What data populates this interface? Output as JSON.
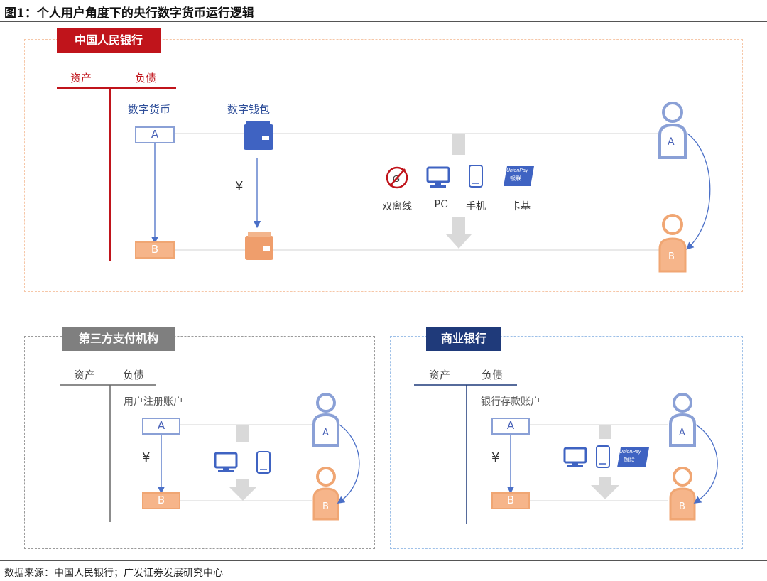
{
  "title": "图1：个人用户角度下的央行数字货币运行逻辑",
  "source": "数据来源：中国人民银行；广发证券发展研究中心",
  "colors": {
    "pboc_red": "#c0141b",
    "third_party_gray": "#7f7f7f",
    "bank_navy": "#1f3a7a",
    "blue": "#4a6fc7",
    "orange": "#f0a673"
  },
  "pboc": {
    "tag": "中国人民银行",
    "assets": "资产",
    "liabilities": "负债",
    "digital_currency": "数字货币",
    "digital_wallet": "数字钱包",
    "box_a": "A",
    "box_b": "B",
    "yen": "¥",
    "channels": [
      "双离线",
      "PC",
      "手机",
      "卡基"
    ],
    "user_a": "A",
    "user_b": "B",
    "unionpay": "UnionPay",
    "unionpay_cn": "银联"
  },
  "third_party": {
    "tag": "第三方支付机构",
    "assets": "资产",
    "liabilities": "负债",
    "account": "用户注册账户",
    "box_a": "A",
    "box_b": "B",
    "yen": "¥",
    "user_a": "A",
    "user_b": "B"
  },
  "bank": {
    "tag": "商业银行",
    "assets": "资产",
    "liabilities": "负债",
    "account": "银行存款账户",
    "box_a": "A",
    "box_b": "B",
    "yen": "¥",
    "user_a": "A",
    "user_b": "B",
    "unionpay": "UnionPay",
    "unionpay_cn": "银联"
  }
}
